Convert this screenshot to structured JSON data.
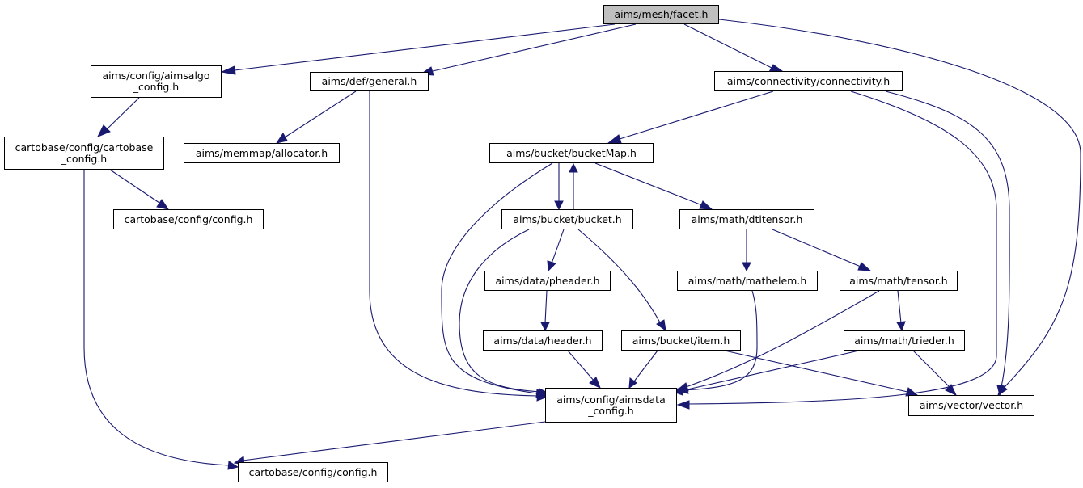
{
  "nodes": {
    "facet": [
      "aims/mesh/facet.h"
    ],
    "aimsalgo_config": [
      "aims/config/aimsalgo",
      "_config.h"
    ],
    "general": [
      "aims/def/general.h"
    ],
    "connectivity": [
      "aims/connectivity/connectivity.h"
    ],
    "cartobase_config": [
      "cartobase/config/cartobase",
      "_config.h"
    ],
    "allocator": [
      "aims/memmap/allocator.h"
    ],
    "bucketmap": [
      "aims/bucket/bucketMap.h"
    ],
    "config_mid": [
      "cartobase/config/config.h"
    ],
    "bucket": [
      "aims/bucket/bucket.h"
    ],
    "dtitensor": [
      "aims/math/dtitensor.h"
    ],
    "pheader": [
      "aims/data/pheader.h"
    ],
    "mathelem": [
      "aims/math/mathelem.h"
    ],
    "tensor": [
      "aims/math/tensor.h"
    ],
    "header": [
      "aims/data/header.h"
    ],
    "item": [
      "aims/bucket/item.h"
    ],
    "trieder": [
      "aims/math/trieder.h"
    ],
    "aimsdata_config": [
      "aims/config/aimsdata",
      "_config.h"
    ],
    "vector": [
      "aims/vector/vector.h"
    ],
    "config_bottom": [
      "cartobase/config/config.h"
    ]
  },
  "colors": {
    "edge": "#191970",
    "root_fill": "#bfbfbf",
    "node_fill": "#ffffff",
    "border": "#000000"
  }
}
